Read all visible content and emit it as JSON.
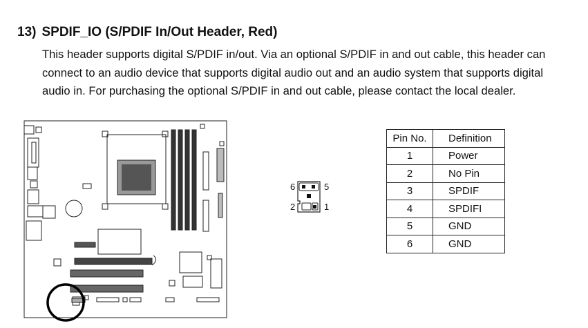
{
  "section": {
    "number": "13)",
    "title": "SPDIF_IO (S/PDIF In/Out Header, Red)"
  },
  "description_lines": [
    "This header supports digital S/PDIF in/out. Via an optional S/PDIF in and out cable, this header can",
    "connect to an audio device that supports digital audio out and an audio system that supports digital",
    "audio in.  For purchasing the optional S/PDIF in and out cable, please contact the local dealer."
  ],
  "pin_diagram": {
    "top_left": "6",
    "top_right": "5",
    "bottom_left": "2",
    "bottom_right": "1"
  },
  "pin_table": {
    "headers": [
      "Pin No.",
      "Definition"
    ],
    "rows": [
      [
        "1",
        "Power"
      ],
      [
        "2",
        "No Pin"
      ],
      [
        "3",
        "SPDIF"
      ],
      [
        "4",
        "SPDIFI"
      ],
      [
        "5",
        "GND"
      ],
      [
        "6",
        "GND"
      ]
    ]
  }
}
